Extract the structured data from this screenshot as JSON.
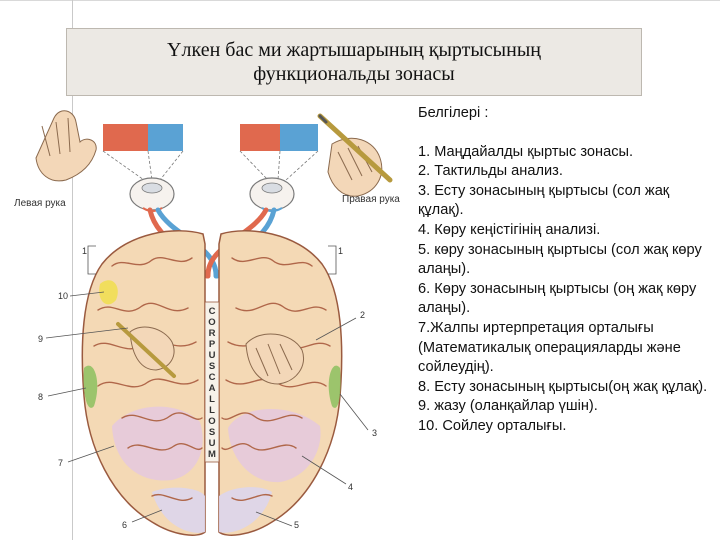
{
  "title": "Үлкен бас ми жартышарының қыртысының функциональды зонасы",
  "figure": {
    "left_hand_label": "Левая рука",
    "right_hand_label": "Правая рука",
    "corpus_letters": [
      "C",
      "O",
      "R",
      "P",
      "U",
      "S",
      "C",
      "A",
      "L",
      "L",
      "O",
      "S",
      "U",
      "M"
    ],
    "numbers": [
      "1",
      "10",
      "9",
      "8",
      "7",
      "6",
      "1",
      "2",
      "3",
      "4",
      "5"
    ],
    "colors": {
      "red": "#e0694e",
      "blue": "#5aa2d4",
      "brain": "#f4d9b5",
      "sulcus": "#b0674a",
      "pink": "#e6c9dd",
      "green": "#8cbf5f",
      "yellow": "#f0de4e"
    }
  },
  "legend": {
    "title": "Белгілері :",
    "items": [
      "1. Маңдайалды қыртыс зонасы.",
      "2. Тактильды анализ.",
      "3. Есту зонасының қыртысы (сол жақ құлақ).",
      "4. Көру кеңістігінің анализі.",
      "5. көру зонасының қыртысы (сол жақ көру алаңы).",
      "6. Көру зонасының қыртысы (оң жақ көру алаңы).",
      "7.Жалпы иртерпретация орталығы (Математикалық операцияларды және сойлеудің).",
      "8. Есту зонасының қыртысы(оң жақ құлақ).",
      "9. жазу (оланқайлар үшін).",
      "10. Сойлеу орталығы."
    ]
  }
}
